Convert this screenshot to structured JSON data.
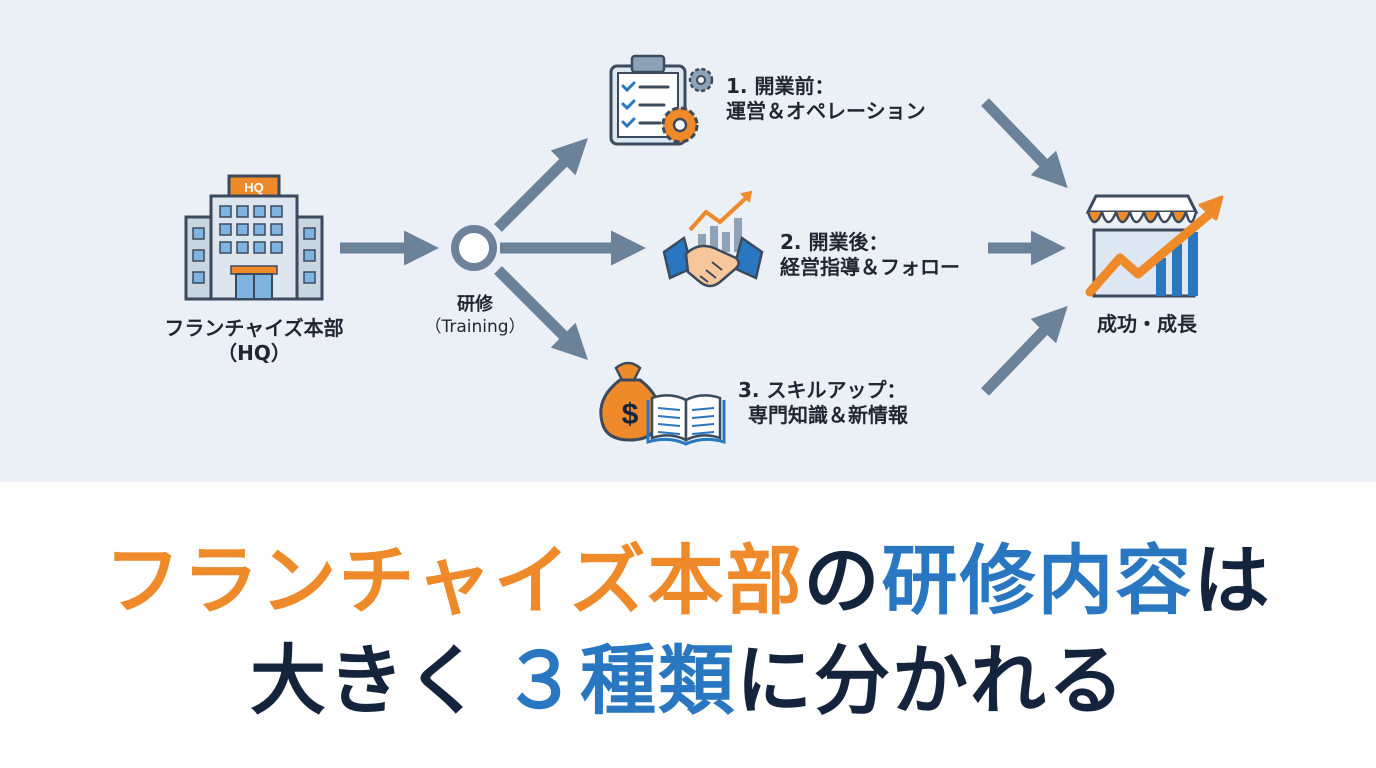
{
  "hq": {
    "badge": "HQ",
    "label_line1": "フランチャイズ本部",
    "label_line2": "（HQ）"
  },
  "hub": {
    "label_line1": "研修",
    "label_line2": "（Training）"
  },
  "steps": [
    {
      "title": "1. 開業前：",
      "desc": "運営＆オペレーション",
      "icon": "clipboard-gear-icon"
    },
    {
      "title": "2. 開業後：",
      "desc": "経営指導＆フォロー",
      "icon": "handshake-growth-icon"
    },
    {
      "title": "3. スキルアップ：",
      "desc": "専門知識＆新情報",
      "icon": "moneybag-book-icon"
    }
  ],
  "outcome": {
    "label": "成功・成長",
    "icon": "storefront-growth-icon"
  },
  "headline": {
    "line1_part1": "フランチャイズ本部",
    "line1_part2": "の",
    "line1_part3": "研修内容",
    "line1_part4": "は",
    "line2_part1": "大きく",
    "line2_part2": "３種類",
    "line2_part3": "に分かれる"
  },
  "colors": {
    "background_top": "#eaf0f5",
    "arrow": "#6b8299",
    "accent_orange": "#ee8a2a",
    "accent_blue": "#2877c0",
    "text_navy": "#13243c"
  }
}
